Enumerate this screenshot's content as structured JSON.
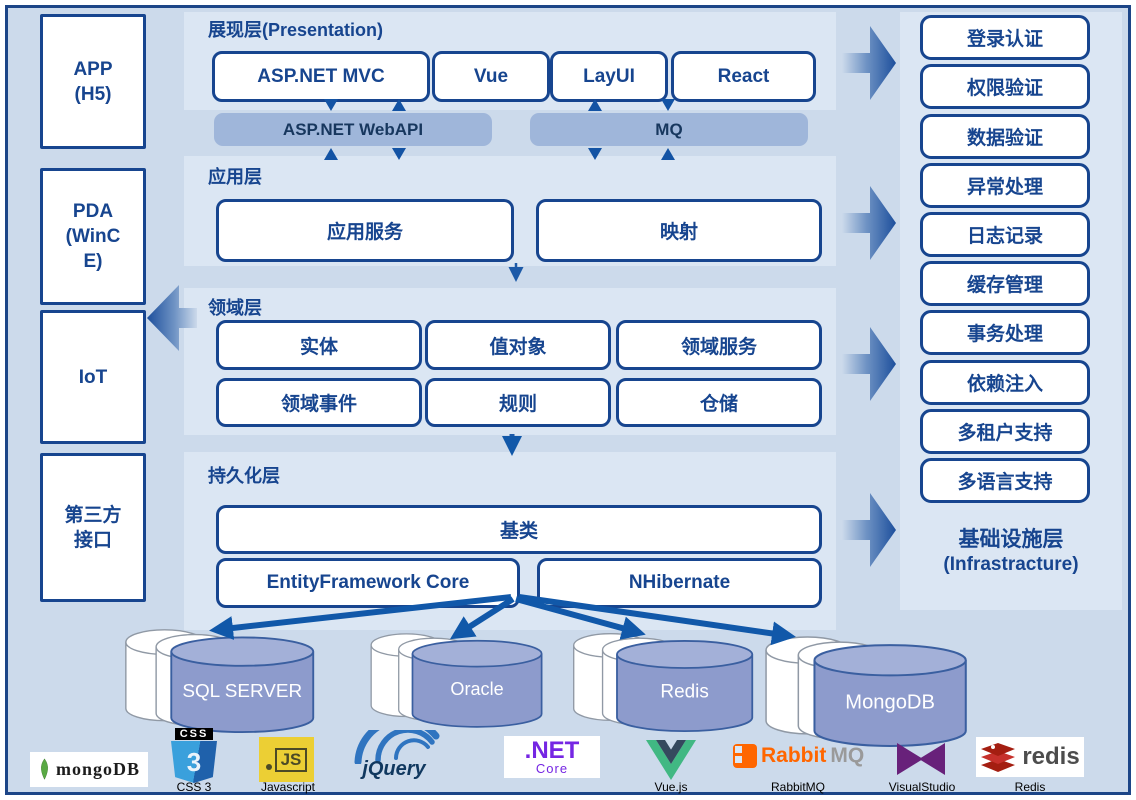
{
  "clients": {
    "items": [
      "APP\n(H5)",
      "PDA\n(WinC\nE)",
      "IoT",
      "第三方\n接口"
    ]
  },
  "layers": {
    "presentation": {
      "header": "展现层(Presentation)",
      "boxes": [
        "ASP.NET MVC",
        "Vue",
        "LayUI",
        "React"
      ],
      "buses": [
        "ASP.NET WebAPI",
        "MQ"
      ]
    },
    "application": {
      "header": "应用层",
      "boxes": [
        "应用服务",
        "映射"
      ]
    },
    "domain": {
      "header": "领域层",
      "boxes": [
        "实体",
        "值对象",
        "领域服务",
        "领域事件",
        "规则",
        "仓储"
      ]
    },
    "persistence": {
      "header": "持久化层",
      "boxes": [
        "基类",
        "EntityFramework Core",
        "NHibernate"
      ]
    }
  },
  "infrastructure": {
    "boxes": [
      "登录认证",
      "权限验证",
      "数据验证",
      "异常处理",
      "日志记录",
      "缓存管理",
      "事务处理",
      "依赖注入",
      "多租户支持",
      "多语言支持"
    ],
    "label_cn": "基础设施层",
    "label_en": "(Infrastracture)"
  },
  "databases": [
    "SQL SERVER",
    "Oracle",
    "Redis",
    "MongoDB"
  ],
  "logos": {
    "mongodb_text": "mongoDB",
    "css3_word": "CSS",
    "css3_num": "3",
    "css3_caption": "CSS 3",
    "js_text": "JS",
    "js_caption": "Javascript",
    "jquery_text": "jQuery",
    "dotnet_text": ".NET",
    "dotnet_sub": "Core",
    "vue_caption": "Vue.js",
    "rabbit_text": "Rabbit",
    "rabbit_mq": "MQ",
    "rabbit_caption": "RabbitMQ",
    "vs_caption": "VisualStudio",
    "redis_text": "redis",
    "redis_caption": "Redis"
  },
  "colors": {
    "border": "#1c4587",
    "canvas": "#ccdaeb",
    "panel": "#dbe6f3",
    "box_border": "#17458f",
    "bus": "#9fb6da",
    "arrow": "#1d4f9c",
    "cylinder_body": "#8d9bcc",
    "cylinder_top": "#a3b0d8"
  }
}
